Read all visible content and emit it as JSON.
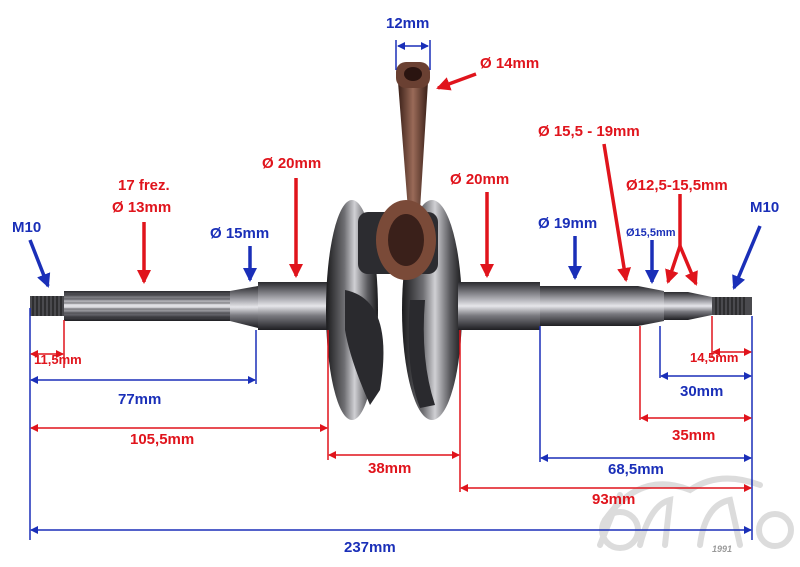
{
  "colors": {
    "red": "#e0141c",
    "blue": "#1a2fb8",
    "steel": "#3a3a3e",
    "bronze": "#6a4032"
  },
  "labels": {
    "rod_width": "12mm",
    "rod_pin": "Ø 14mm",
    "taper_range": "Ø 15,5 - 19mm",
    "cone_range": "Ø12,5-15,5mm",
    "left_web": "Ø 20mm",
    "right_web": "Ø 20mm",
    "spline_note_1": "17 frez.",
    "spline_note_2": "Ø 13mm",
    "left_bearing": "Ø 15mm",
    "right_journal": "Ø 19mm",
    "step_small": "Ø15,5mm",
    "thread_left": "M10",
    "thread_right": "M10"
  },
  "dims": {
    "d_11_5": "11,5mm",
    "d_77": "77mm",
    "d_105_5": "105,5mm",
    "d_38": "38mm",
    "d_68_5": "68,5mm",
    "d_93": "93mm",
    "d_237": "237mm",
    "d_14_5": "14,5mm",
    "d_30": "30mm",
    "d_35": "35mm"
  },
  "watermark": {
    "year": "1991"
  }
}
